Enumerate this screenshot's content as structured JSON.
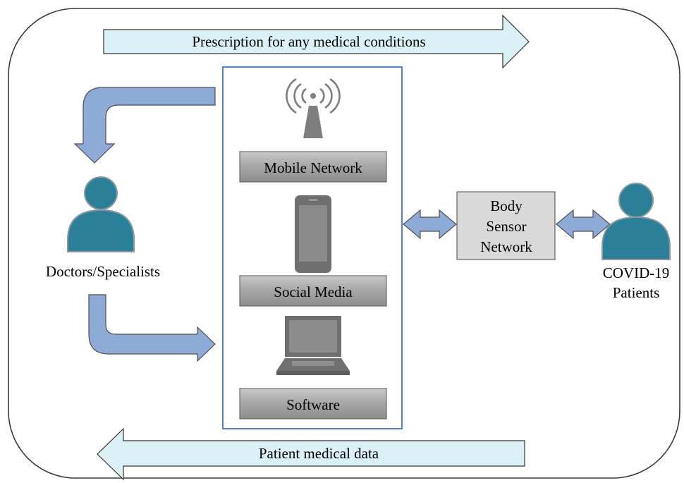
{
  "arrows": {
    "prescription": "Prescription for any medical conditions",
    "patient_data": "Patient medical data"
  },
  "actors": {
    "doctors": "Doctors/Specialists",
    "patients_line1": "COVID-19",
    "patients_line2": "Patients"
  },
  "channels": {
    "mobile_network": "Mobile Network",
    "social_media": "Social Media",
    "software": "Software"
  },
  "sensor": {
    "line1": "Body",
    "line2": "Sensor",
    "line3": "Network"
  },
  "colors": {
    "banner_fill": "#dcf0f7",
    "curved_arrow_fill": "#8eaad7",
    "person_fill": "#2b7f98",
    "hub_border": "#4f82c6",
    "label_box_fill": "#a6a6a6",
    "sensor_box_fill": "#d9d9d9"
  },
  "icons": {
    "antenna": "antenna-tower-icon",
    "phone": "smartphone-icon",
    "laptop": "laptop-icon",
    "person": "person-icon"
  }
}
